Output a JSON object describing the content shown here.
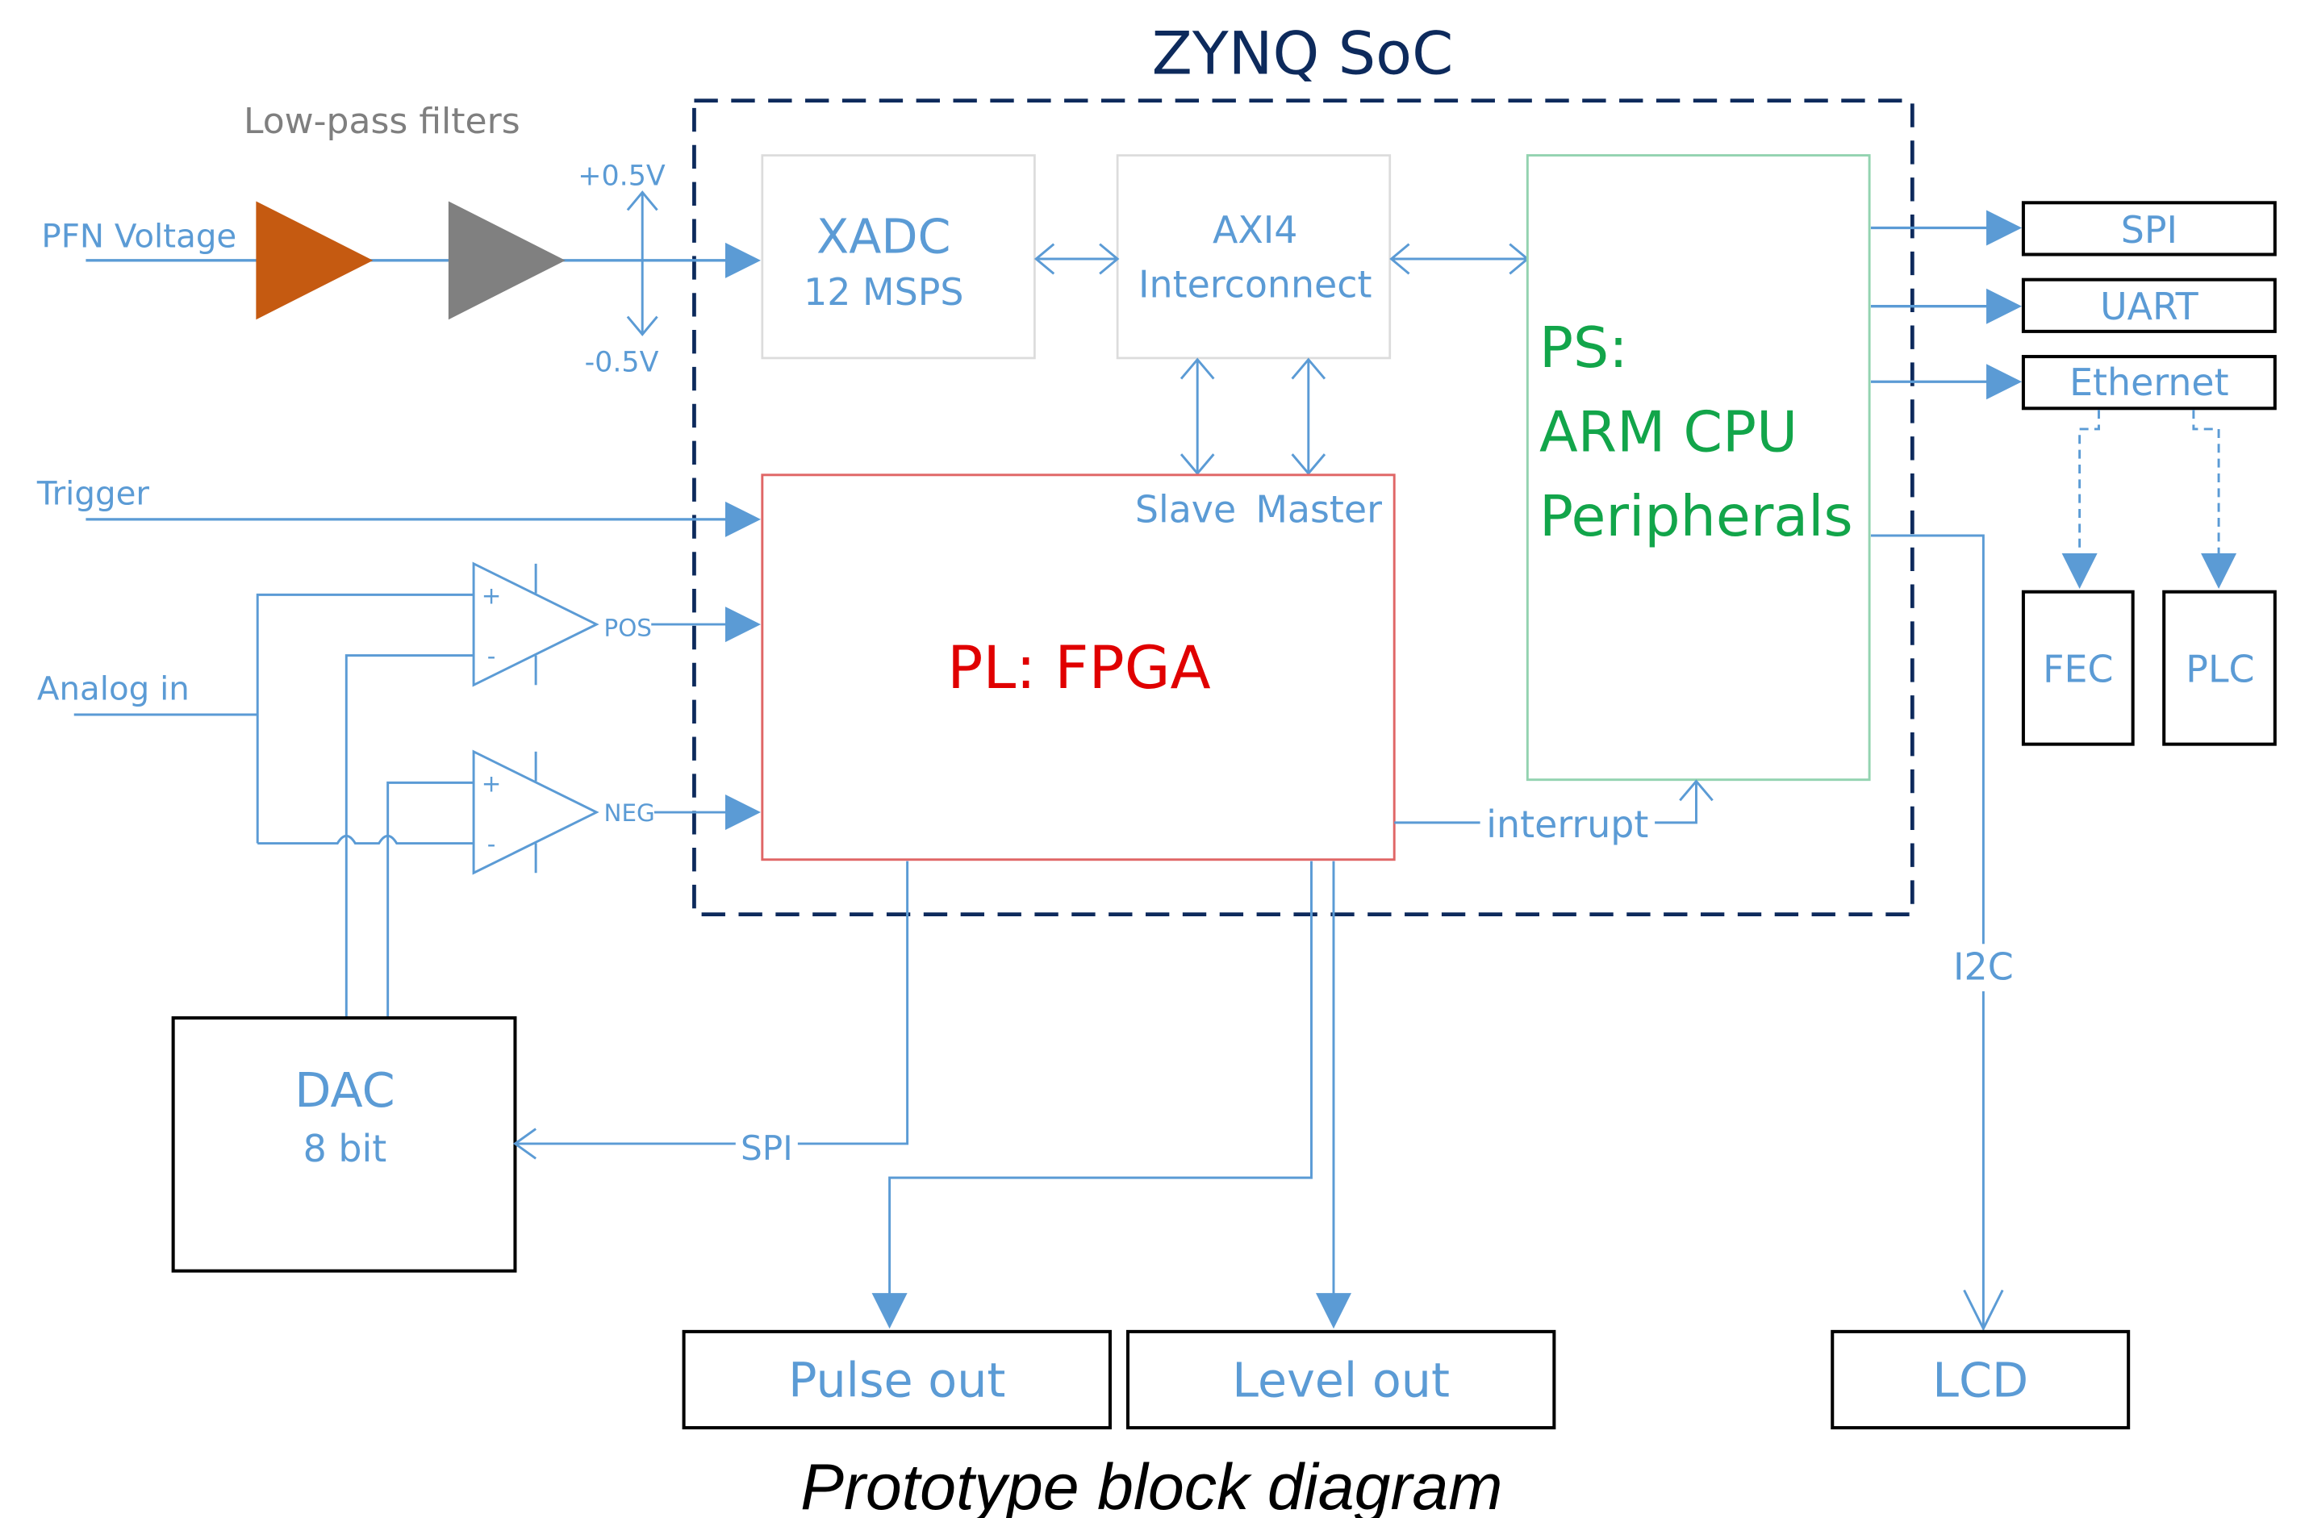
{
  "soc": {
    "title": "ZYNQ SoC"
  },
  "filters": {
    "label": "Low-pass filters",
    "pos_ref": "+0.5V",
    "neg_ref": "-0.5V"
  },
  "inputs": {
    "pfn": "PFN Voltage",
    "trigger": "Trigger",
    "analog": "Analog in"
  },
  "xadc": {
    "name": "XADC",
    "rate": "12 MSPS"
  },
  "axi": {
    "line1": "AXI4",
    "line2": "Interconnect"
  },
  "ps": {
    "line1": "PS:",
    "line2": "ARM CPU",
    "line3": "Peripherals"
  },
  "pl": {
    "label": "PL: FPGA",
    "slave": "Slave",
    "master": "Master"
  },
  "comparators": {
    "pos": "POS",
    "neg": "NEG",
    "plus": "+",
    "minus": "-"
  },
  "dac": {
    "name": "DAC",
    "bits": "8 bit"
  },
  "buses": {
    "spi": "SPI",
    "interrupt": "interrupt",
    "i2c": "I2C"
  },
  "interfaces": {
    "spi": "SPI",
    "uart": "UART",
    "ethernet": "Ethernet",
    "fec": "FEC",
    "plc": "PLC"
  },
  "outputs": {
    "pulse": "Pulse out",
    "level": "Level out",
    "lcd": "LCD"
  },
  "caption": "Prototype block diagram",
  "colors": {
    "wire": "#5b9bd5",
    "soc_border": "#0d2a5c",
    "pl_border": "#e06666",
    "pl_text": "#e00000",
    "ps_border": "#93d3b0",
    "ps_text": "#12a54a",
    "filter1": "#c55a11",
    "filter2": "#808080"
  }
}
